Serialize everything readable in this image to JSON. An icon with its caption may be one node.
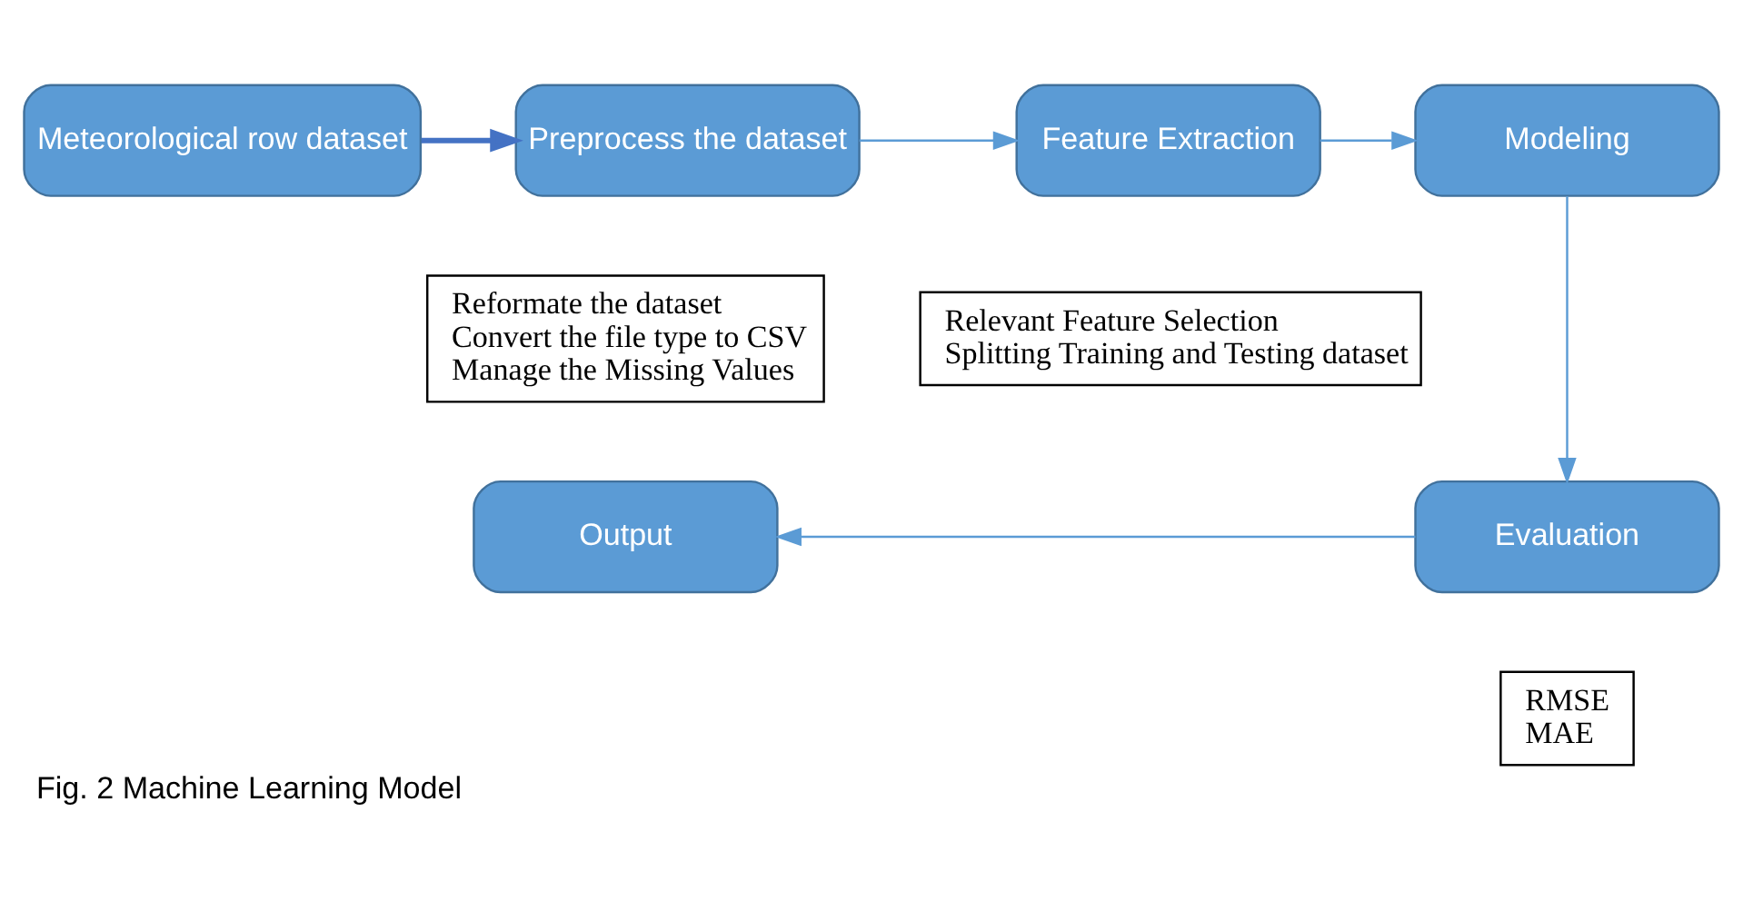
{
  "diagram": {
    "caption": "Fig. 2 Machine Learning Model",
    "nodes": [
      {
        "text": [
          "Meteorological row dataset"
        ]
      },
      {
        "text": [
          "Preprocess the dataset"
        ]
      },
      {
        "text": [
          "Reformate the dataset",
          "Convert the file type to CSV",
          "Manage the Missing Values"
        ]
      },
      {
        "text": [
          "Feature Extraction"
        ]
      },
      {
        "text": [
          "Relevant Feature Selection",
          "Splitting Training and Testing dataset"
        ]
      },
      {
        "text": [
          "Modeling"
        ]
      },
      {
        "text": [
          "Evaluation"
        ]
      },
      {
        "text": [
          "Output"
        ]
      },
      {
        "text": [
          "RMSE",
          "MAE"
        ]
      }
    ],
    "edges": [
      {
        "from": 0,
        "to": 1,
        "arrow": "to",
        "style": "thick",
        "color": "#4472c4"
      },
      {
        "from": 1,
        "to": 3,
        "arrow": "to"
      },
      {
        "from": 3,
        "to": 5,
        "arrow": "to"
      },
      {
        "from": 5,
        "to": 6,
        "arrow": "to"
      },
      {
        "from": 6,
        "to": 7,
        "arrow": "to"
      }
    ]
  }
}
